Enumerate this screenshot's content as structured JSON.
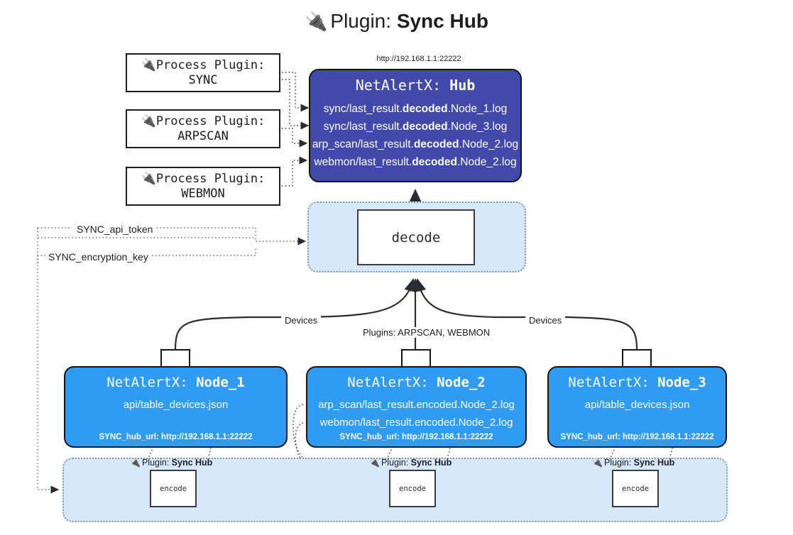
{
  "title": {
    "icon": "plug-icon",
    "label": "Plugin:",
    "value": "Sync Hub"
  },
  "hub": {
    "url": "http://192.168.1.1:22222",
    "header_prefix": "NetAlertX:",
    "header_name": "Hub",
    "logs": [
      {
        "pre": "sync/last_result.",
        "bold": "decoded",
        "post": ".Node_1.log"
      },
      {
        "pre": "sync/last_result.",
        "bold": "decoded",
        "post": ".Node_3.log"
      },
      {
        "pre": "arp_scan/last_result.",
        "bold": "decoded",
        "post": ".Node_2.log"
      },
      {
        "pre": "webmon/last_result.",
        "bold": "decoded",
        "post": ".Node_2.log"
      }
    ]
  },
  "process_plugins": [
    {
      "icon": "plug-icon",
      "line1": "Process Plugin:",
      "line2": "SYNC"
    },
    {
      "icon": "plug-icon",
      "line1": "Process Plugin:",
      "line2": "ARPSCAN"
    },
    {
      "icon": "plug-icon",
      "line1": "Process Plugin:",
      "line2": "WEBMON"
    }
  ],
  "env_vars": [
    {
      "label": "SYNC_api_token"
    },
    {
      "label": "SYNC_encryption_key"
    }
  ],
  "decode": {
    "label": "decode"
  },
  "edge_labels": {
    "devices_left": "Devices",
    "devices_right": "Devices",
    "plugins_mid": "Plugins: ARPSCAN, WEBMON"
  },
  "nodes": [
    {
      "header_prefix": "NetAlertX:",
      "header_name": "Node_1",
      "lines": [
        "api/table_devices.json"
      ],
      "footer": "SYNC_hub_url: http://192.168.1.1:22222",
      "envelope_icon": "envelope-icon"
    },
    {
      "header_prefix": "NetAlertX:",
      "header_name": "Node_2",
      "lines": [
        "arp_scan/last_result.encoded.Node_2.log",
        "webmon/last_result.encoded.Node_2.log"
      ],
      "footer": "SYNC_hub_url: http://192.168.1.1:22222",
      "envelope_icon": "envelope-icon"
    },
    {
      "header_prefix": "NetAlertX:",
      "header_name": "Node_3",
      "lines": [
        "api/table_devices.json"
      ],
      "footer": "SYNC_hub_url: http://192.168.1.1:22222",
      "envelope_icon": "envelope-icon"
    }
  ],
  "encoders": [
    {
      "icon": "plug-icon",
      "label": "Plugin:",
      "value": "Sync Hub",
      "box": "encode"
    },
    {
      "icon": "plug-icon",
      "label": "Plugin:",
      "value": "Sync Hub",
      "box": "encode"
    },
    {
      "icon": "plug-icon",
      "label": "Plugin:",
      "value": "Sync Hub",
      "box": "encode"
    }
  ],
  "colors": {
    "hub_fill": "#4149ab",
    "node_fill": "#2f9bf2",
    "container_fill": "#d6e8fa",
    "container_border": "#7e9ab3",
    "stroke": "#16161a",
    "page_bg": "#ffffff"
  }
}
